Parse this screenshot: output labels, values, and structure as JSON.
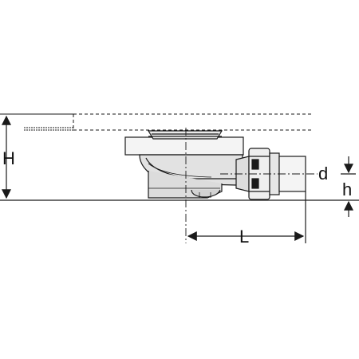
{
  "diagram": {
    "labels": {
      "H": "H",
      "L": "L",
      "d": "d",
      "h": "h"
    },
    "colors": {
      "line": "#1a1a1a",
      "fill_light": "#f2f2f2",
      "fill_mid": "#d9d9d9",
      "background": "#ffffff"
    }
  }
}
